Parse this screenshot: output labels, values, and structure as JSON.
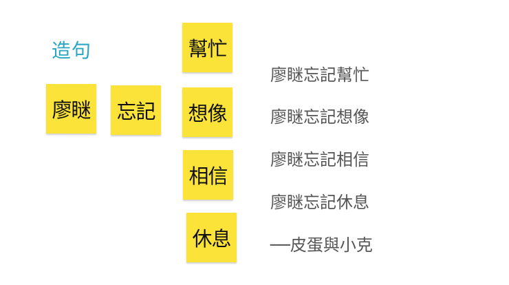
{
  "title": "造句",
  "colors": {
    "title": "#2ba6c2",
    "note": "#fce33a",
    "sentence_text": "#555555"
  },
  "notes": {
    "subject": "廖瞇",
    "verb": "忘記",
    "objects": [
      "幫忙",
      "想像",
      "相信",
      "休息"
    ]
  },
  "sentences": [
    "廖瞇忘記幫忙",
    "廖瞇忘記想像",
    "廖瞇忘記相信",
    "廖瞇忘記休息"
  ],
  "attribution": "──皮蛋與小克"
}
